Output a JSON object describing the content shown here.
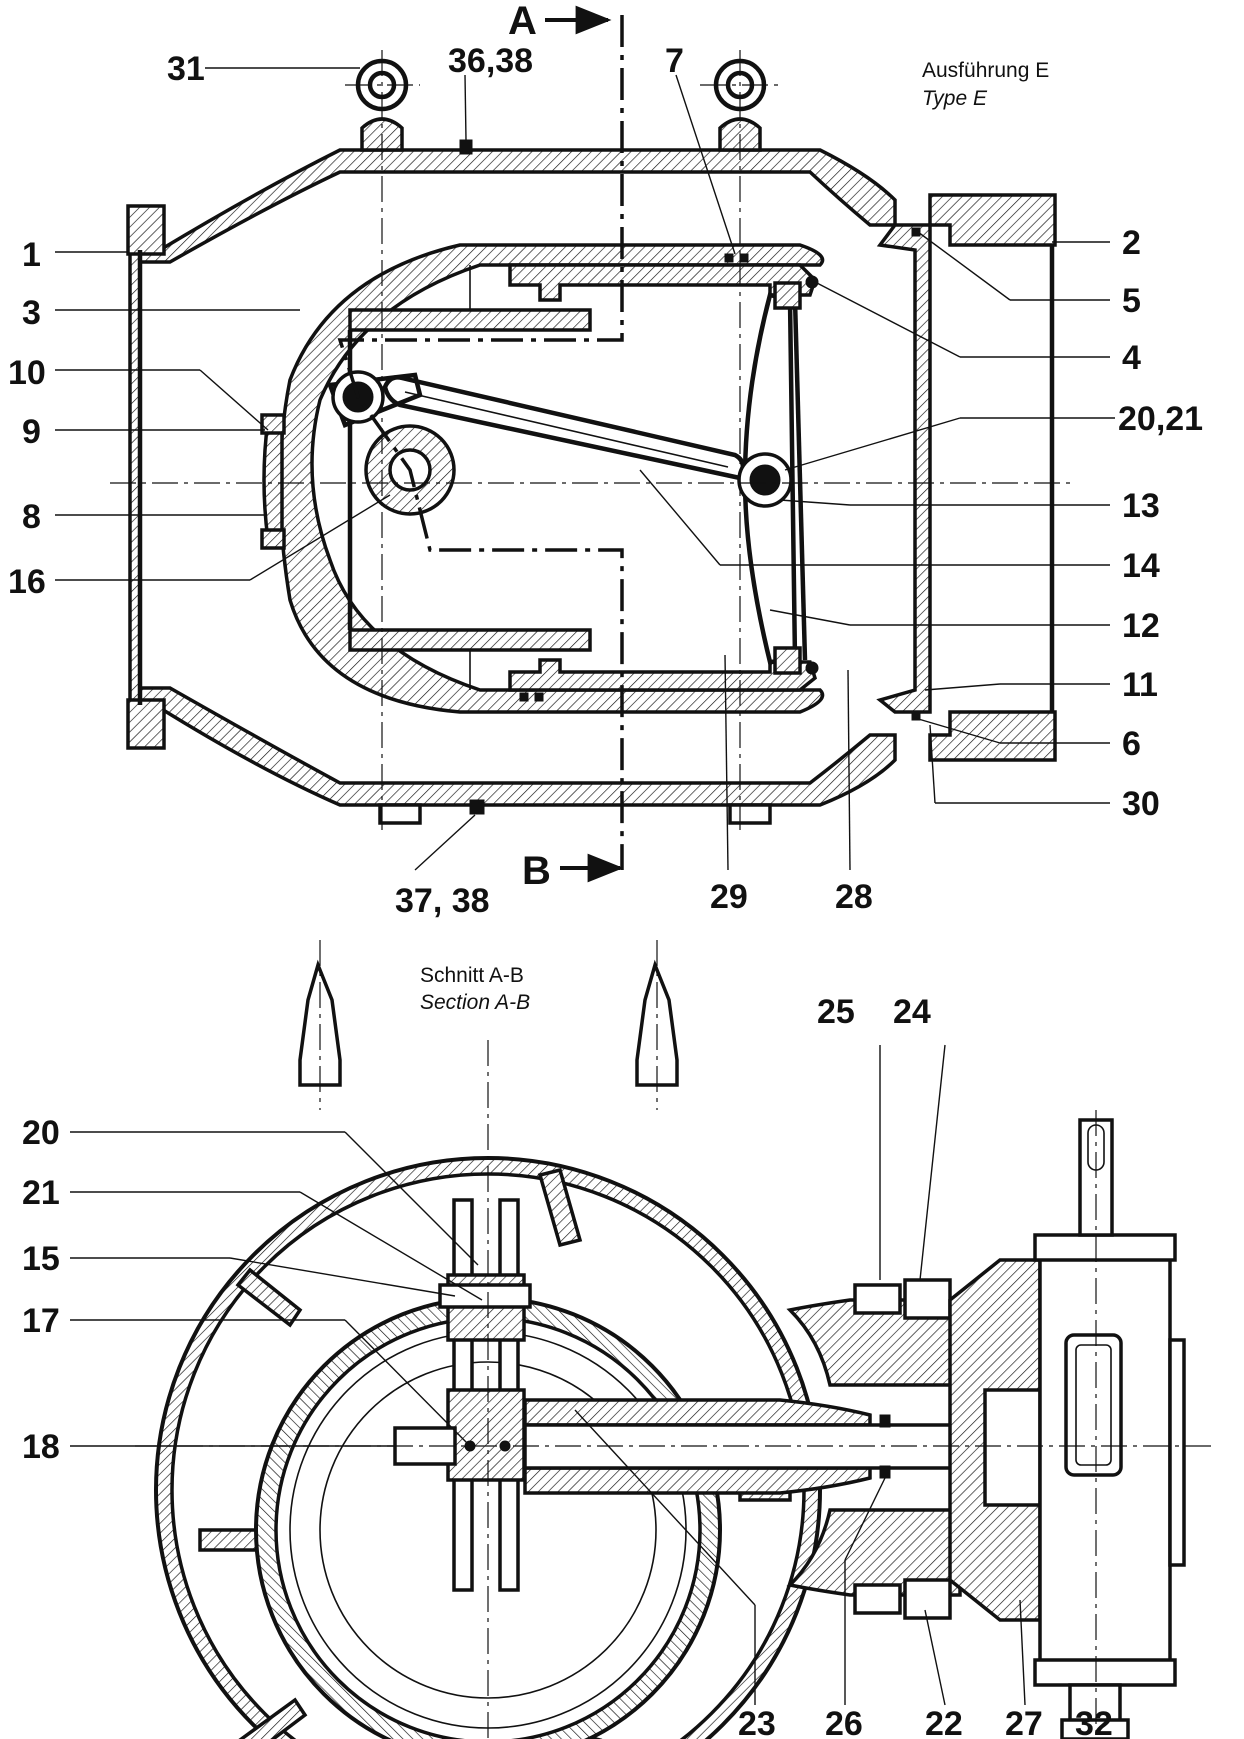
{
  "view_top": {
    "title_de": "Ausführung E",
    "title_en": "Type E",
    "section_a": "A",
    "section_b": "B",
    "callouts": {
      "c1": "1",
      "c2": "2",
      "c3": "3",
      "c4": "4",
      "c5": "5",
      "c6": "6",
      "c7": "7",
      "c8": "8",
      "c9": "9",
      "c10": "10",
      "c11": "11",
      "c12": "12",
      "c13": "13",
      "c14": "14",
      "c16": "16",
      "c20_21": "20,21",
      "c28": "28",
      "c29": "29",
      "c30": "30",
      "c31": "31",
      "c36_38": "36,38",
      "c37_38": "37, 38"
    }
  },
  "view_bottom": {
    "title_de": "Schnitt A-B",
    "title_en": "Section A-B",
    "callouts": {
      "c15": "15",
      "c17": "17",
      "c18": "18",
      "c20": "20",
      "c21": "21",
      "c22": "22",
      "c23": "23",
      "c24": "24",
      "c25": "25",
      "c26": "26",
      "c27": "27",
      "c32": "32"
    }
  }
}
